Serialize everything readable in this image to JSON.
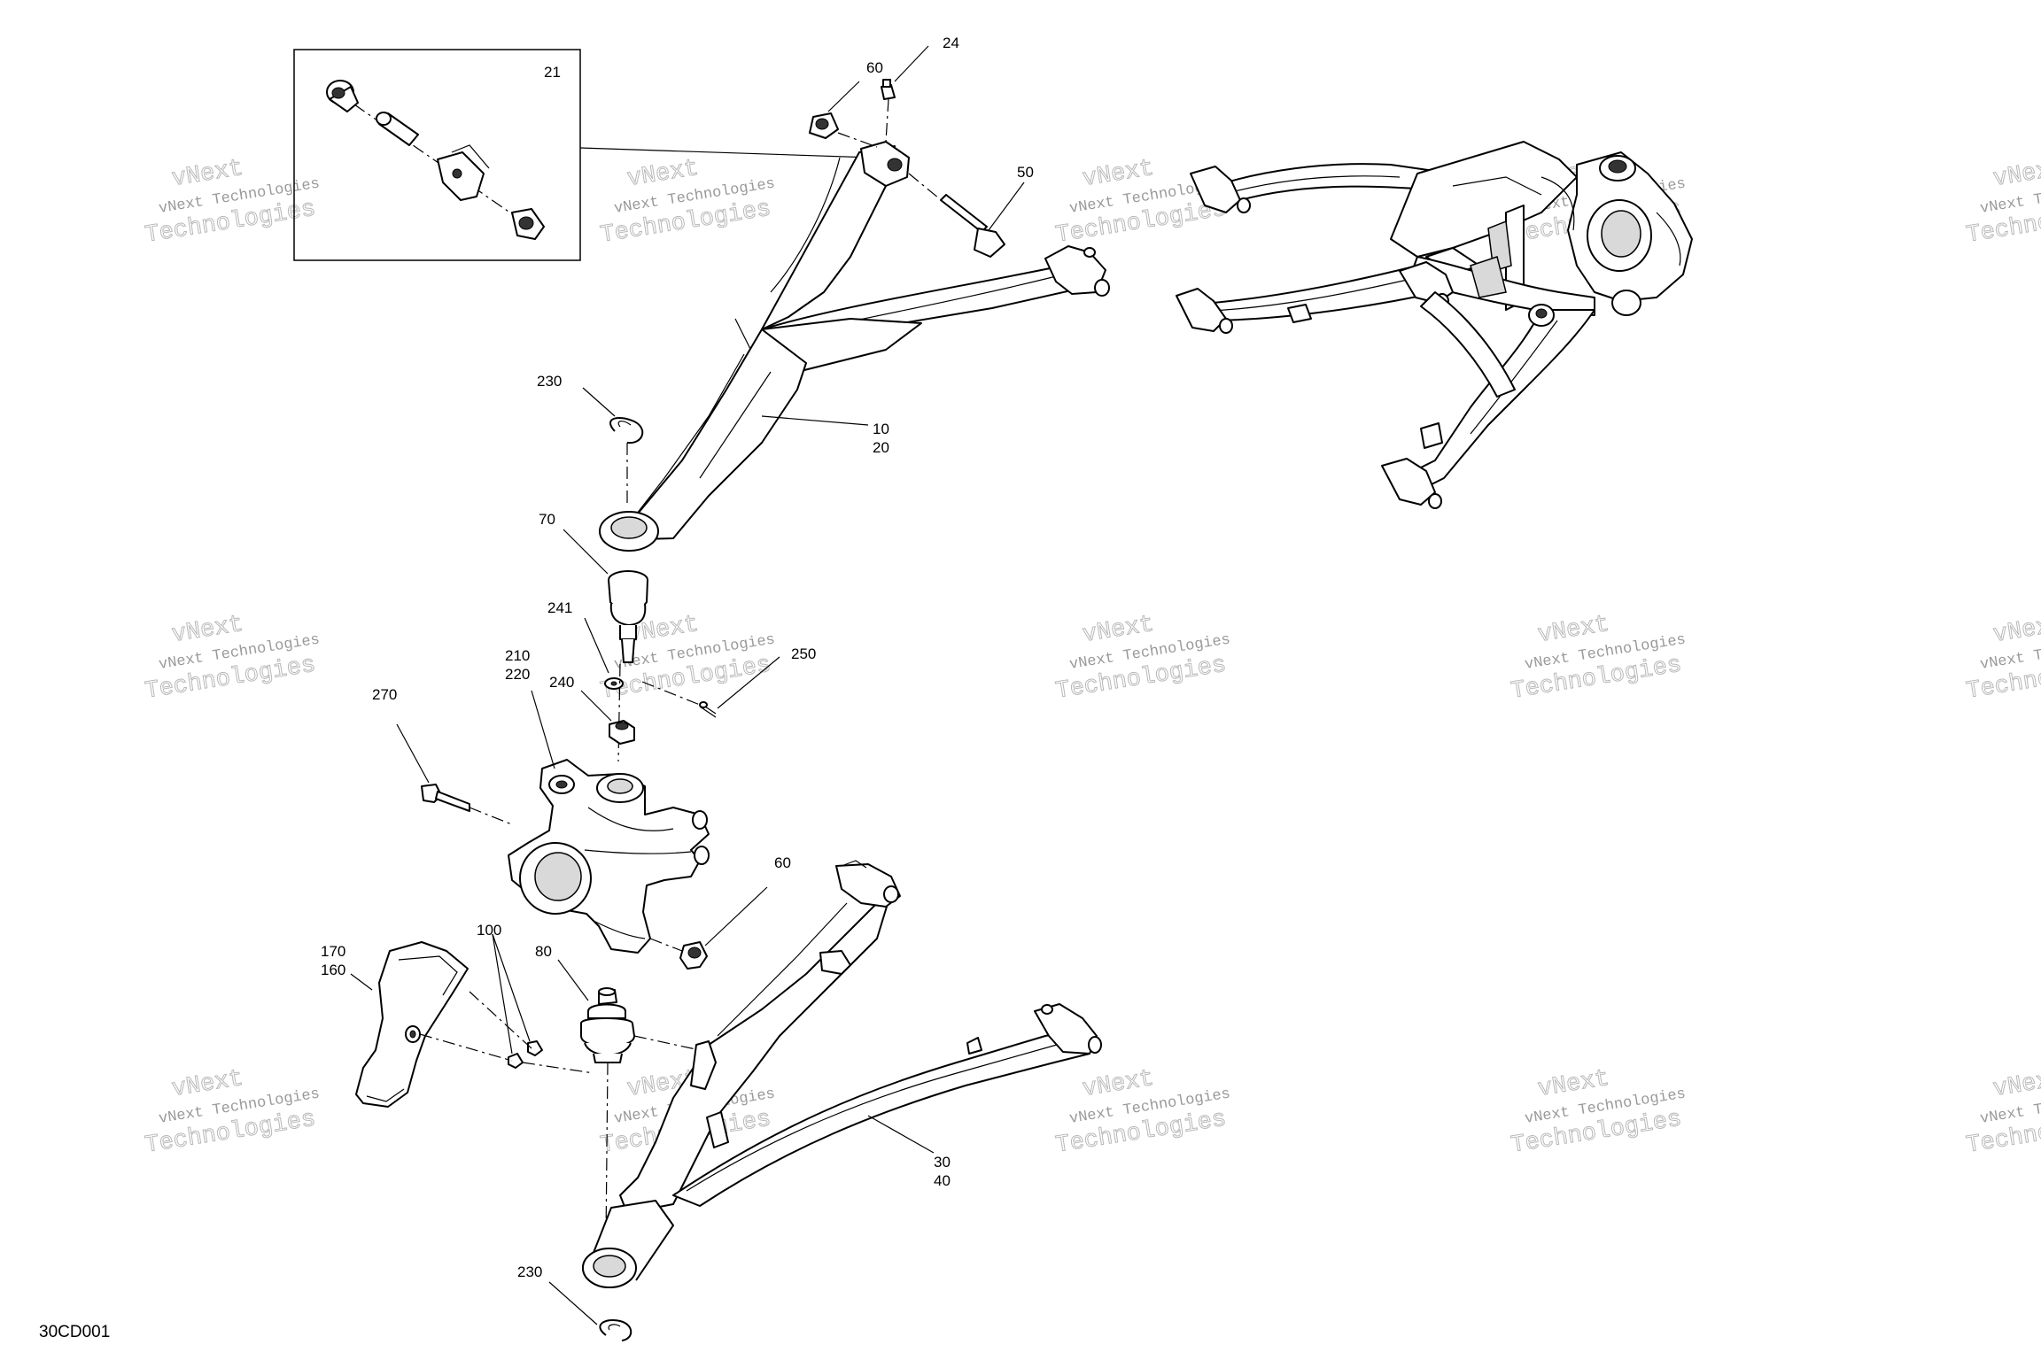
{
  "drawing_code": "30CD001",
  "watermark": {
    "line1": "vNext Technologies",
    "line2": "Technologies",
    "brand": "vNext"
  },
  "callouts": {
    "c21": "21",
    "c60a": "60",
    "c24": "24",
    "c50": "50",
    "c230a": "230",
    "c10": "10",
    "c20": "20",
    "c70": "70",
    "c241": "241",
    "c250": "250",
    "c210": "210",
    "c220": "220",
    "c240": "240",
    "c270": "270",
    "c60b": "60",
    "c100": "100",
    "c80": "80",
    "c170": "170",
    "c160": "160",
    "c30": "30",
    "c40": "40",
    "c230b": "230"
  }
}
